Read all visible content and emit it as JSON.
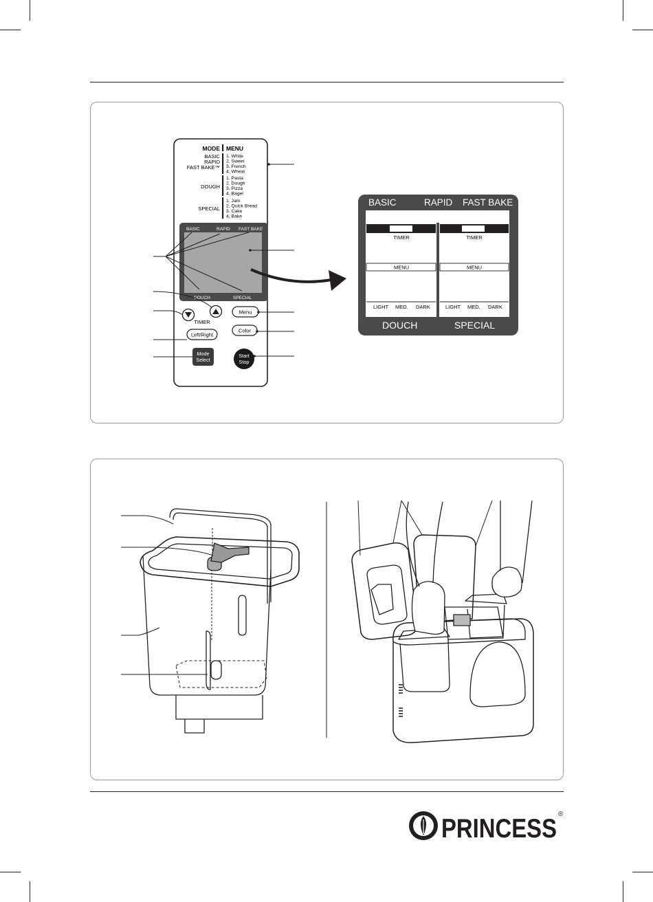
{
  "figure1": {
    "panel": {
      "mode_heading": "MODE",
      "menu_heading": "MENU",
      "groups": [
        {
          "modes": [
            "BASIC",
            "RAPID",
            "FAST BAKE™"
          ],
          "items": [
            "1. White",
            "2. Sweet",
            "3. French",
            "4. Wheat"
          ]
        },
        {
          "modes": [
            "DOUGH"
          ],
          "items": [
            "1. Pasta",
            "2. Dough",
            "3. Pizza",
            "4. Bagel"
          ]
        },
        {
          "modes": [
            "SPECIAL"
          ],
          "items": [
            "1. Jam",
            "2. Quick Bread",
            "3. Cake",
            "4. Bake"
          ]
        }
      ],
      "lcd_top": {
        "basic": "BASIC",
        "rapid": "RAPID",
        "fastbake": "FAST BAKE"
      },
      "lcd_bottom": {
        "dough": "DOUCH",
        "special": "SPECIAL"
      },
      "timer_label": "TIMER",
      "buttons": {
        "menu": "Menu",
        "color": "Color",
        "left_right": "Left/Right",
        "mode_select": [
          "Mode",
          "Select"
        ],
        "start_stop": [
          "Start",
          "Stop"
        ]
      }
    },
    "display": {
      "top": {
        "basic": "BASIC",
        "rapid": "RAPID",
        "fastbake": "FAST BAKE"
      },
      "left": {
        "timer": "TIMER",
        "menu": "MENU",
        "light": "LIGHT",
        "med": "MED.",
        "dark": "DARK"
      },
      "right": {
        "timer": "TIMER",
        "menu": "MENU",
        "light": "LIGHT",
        "med": "MED.",
        "dark": "DARK"
      },
      "bottom": {
        "dough": "DOUCH",
        "special": "SPECIAL"
      }
    }
  },
  "brand": {
    "name": "PRINCESS",
    "registered": "®"
  },
  "colors": {
    "ink": "#231f20",
    "lcd_gray": "#a6a6a6",
    "lcd_dark": "#4a4a4a",
    "frame": "#9a9a9a"
  }
}
